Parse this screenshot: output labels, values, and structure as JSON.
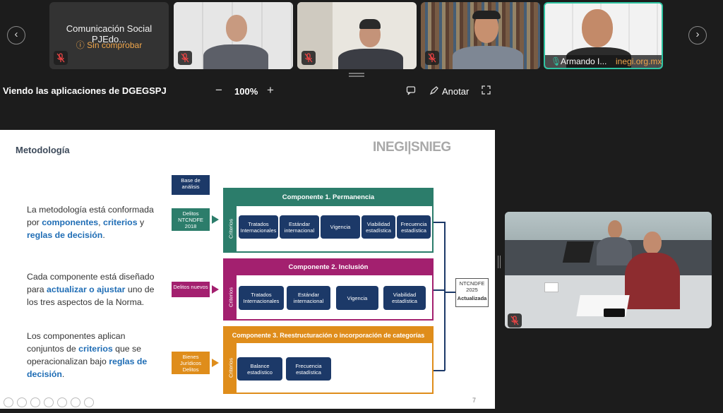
{
  "participants": [
    {
      "name": "Comunicación Social PJEdo...",
      "status": "Sin comprobar"
    },
    {
      "name": ""
    },
    {
      "name": ""
    },
    {
      "name": ""
    },
    {
      "name": "Armando I...",
      "badge": "inegi.org.mx"
    }
  ],
  "toolbar": {
    "viewing": "Viendo las aplicaciones de DGEGSPJ",
    "zoom": "100%",
    "annotate": "Anotar"
  },
  "slide": {
    "title": "Metodología",
    "logo": "INEGI|SNIEG",
    "paragraph1": {
      "pre": "La metodología está conformada por ",
      "k1": "componentes",
      "mid": ", ",
      "k2": "criterios",
      "mid2": " y ",
      "k3": "reglas de decisión",
      "post": "."
    },
    "paragraph2": {
      "pre": "Cada componente está diseñado para ",
      "k1": "actualizar o ajustar",
      "post": " uno de los tres aspectos de la Norma."
    },
    "paragraph3": {
      "pre": "Los componentes aplican conjuntos de ",
      "k1": "criterios",
      "mid": " que se operacionalizan bajo ",
      "k2": "reglas de decisión",
      "post": "."
    },
    "base_label": "Base de análisis",
    "inputs": [
      "Delitos NTCNDFE 2018",
      "Delitos nuevos",
      "Bienes Jurídicos Delitos"
    ],
    "components": [
      {
        "title": "Componente 1. Permanencia",
        "side": "Criterios",
        "criteria": [
          "Tratados Internacionales",
          "Estándar internacional",
          "Vigencia",
          "Viabilidad estadística",
          "Frecuencia estadística"
        ]
      },
      {
        "title": "Componente 2. Inclusión",
        "side": "Criterios",
        "criteria": [
          "Tratados Internacionales",
          "Estándar internacional",
          "Vigencia",
          "Viabilidad estadística"
        ]
      },
      {
        "title": "Componente 3. Reestructuración o incorporación de categorías",
        "side": "Criterios",
        "criteria": [
          "Balance estadístico",
          "Frecuencia estadística"
        ]
      }
    ],
    "result": {
      "line1": "NTCNDFE",
      "line2": "2025",
      "line3": "Actualizada"
    },
    "page": "7"
  },
  "colors": {
    "comp1": "#2c7d6b",
    "comp2": "#a3206f",
    "comp3": "#df8d1b",
    "criteria": "#1c3968",
    "highlight": "#1f6db5"
  }
}
